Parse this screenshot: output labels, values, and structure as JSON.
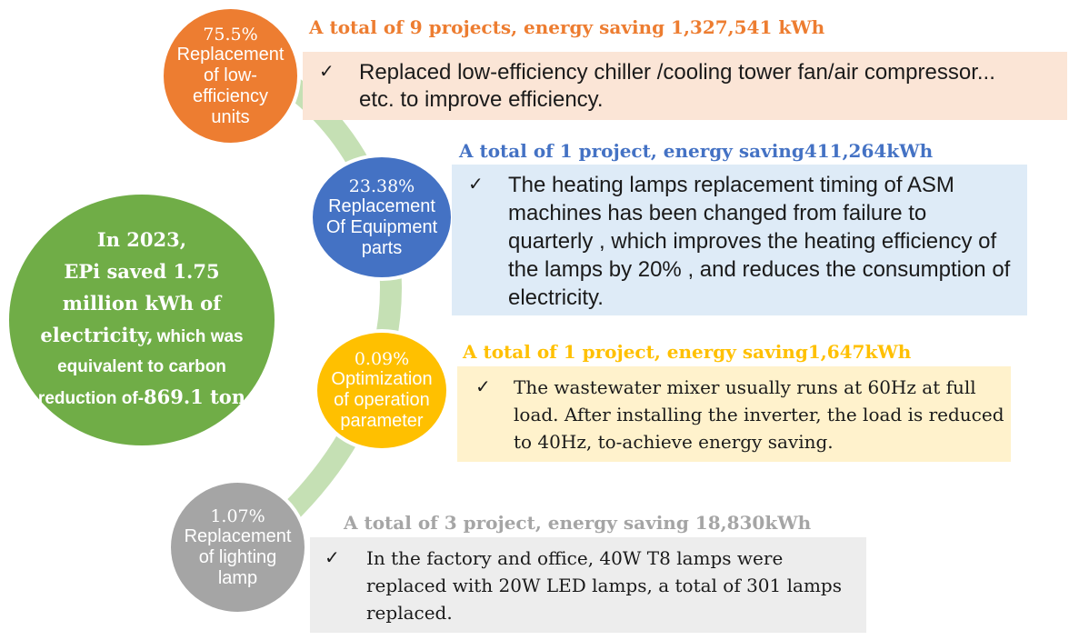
{
  "summary": {
    "year_line": "In 2023,",
    "saved_line": "EPi  saved 1.75",
    "million_line": "million kWh of",
    "electricity_word": "electricity,",
    "which_was": "which was",
    "equivalent_line": "equivalent to carbon",
    "reduction_prefix": "reduction of-",
    "reduction_value": "869.1 ton"
  },
  "categories": [
    {
      "percent": "75.5%",
      "title_lines": [
        "Replacement",
        "of low-",
        "efficiency",
        "units"
      ],
      "heading": "A total of 9 projects,  energy saving 1,327,541 kWh",
      "check": "✓",
      "description": "Replaced  low-efficiency  chiller /cooling tower fan/air compressor... etc. to improve efficiency.",
      "color": "#ed7d31",
      "box_color": "#fbe5d6"
    },
    {
      "percent": "23.38%",
      "title_lines": [
        "Replacement",
        "Of Equipment",
        "parts"
      ],
      "heading": "A total of 1 project, energy saving411,264kWh",
      "check": "✓",
      "description": "The heating lamps replacement timing of ASM machines  has been changed from  failure to quarterly , which improves the heating efficiency of the lamps by 20% , and reduces the consumption of electricity.",
      "color": "#4472c4",
      "box_color": "#deebf7"
    },
    {
      "percent": "0.09%",
      "title_lines": [
        "Optimization",
        "of operation",
        "parameter"
      ],
      "heading": "A total of 1 project, energy saving1,647kWh",
      "check": "✓",
      "description": "The wastewater mixer usually runs at 60Hz at full load. After installing the inverter, the  load is reduced  to 40Hz, to-achieve  energy saving.",
      "color": "#ffc000",
      "box_color": "#fff2cc"
    },
    {
      "percent": "1.07%",
      "title_lines": [
        "Replacement",
        "of lighting",
        "lamp"
      ],
      "heading": "A total of 3 project, energy saving 18,830kWh",
      "check": "✓",
      "description": "In the factory and office, 40W  T8 lamps  were replaced with 20W LED lamps,  a total of 301 lamps  replaced.",
      "color": "#a5a5a5",
      "box_color": "#ededed"
    }
  ],
  "connector_color": "#c5e0b4"
}
